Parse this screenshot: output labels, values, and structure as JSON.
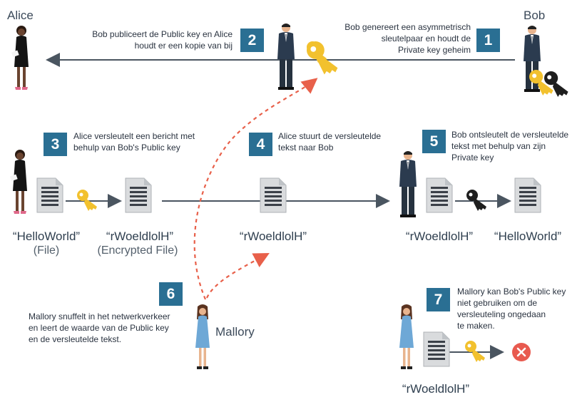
{
  "actors": {
    "alice": "Alice",
    "bob": "Bob",
    "mallory": "Mallory"
  },
  "steps": [
    {
      "num": "1",
      "text": [
        "Bob genereert een asymmetrisch",
        "sleutelpaar en houdt de",
        "Private key geheim"
      ]
    },
    {
      "num": "2",
      "text": [
        "Bob publiceert de Public key en Alice",
        "houdt er een kopie van bij"
      ]
    },
    {
      "num": "3",
      "text": [
        "Alice versleutelt een bericht met",
        "behulp van Bob's Public key"
      ]
    },
    {
      "num": "4",
      "text": [
        "Alice stuurt de versleutelde",
        "tekst naar Bob"
      ]
    },
    {
      "num": "5",
      "text": [
        "Bob ontsleutelt de versleutelde",
        "tekst met behulp van zijn",
        "Private key"
      ]
    },
    {
      "num": "6",
      "text": [
        "Mallory snuffelt in het netwerkverkeer",
        "en leert de waarde van de Public key",
        "en de versleutelde tekst."
      ]
    },
    {
      "num": "7",
      "text": [
        "Mallory kan Bob's Public key",
        "niet gebruiken om de",
        "versleuteling ongedaan",
        "te maken."
      ]
    }
  ],
  "labels": {
    "file_plain": "“HelloWorld”",
    "file_plain_sub": "(File)",
    "file_enc": "“rWoeldlolH”",
    "file_enc_sub": "(Encrypted File)",
    "transit": "“rWoeldlolH”",
    "bob_received": "“rWoeldlolH”",
    "bob_decrypted": "“HelloWorld”",
    "mallory_doc": "“rWoeldlolH”"
  },
  "colors": {
    "step_box": "#2a6f93",
    "arrow": "#4a5560",
    "dashed": "#e8604a",
    "public_key": "#f2c12e",
    "private_key": "#1c1c1c",
    "error": "#e85a4f",
    "doc": "#d8dadc"
  }
}
